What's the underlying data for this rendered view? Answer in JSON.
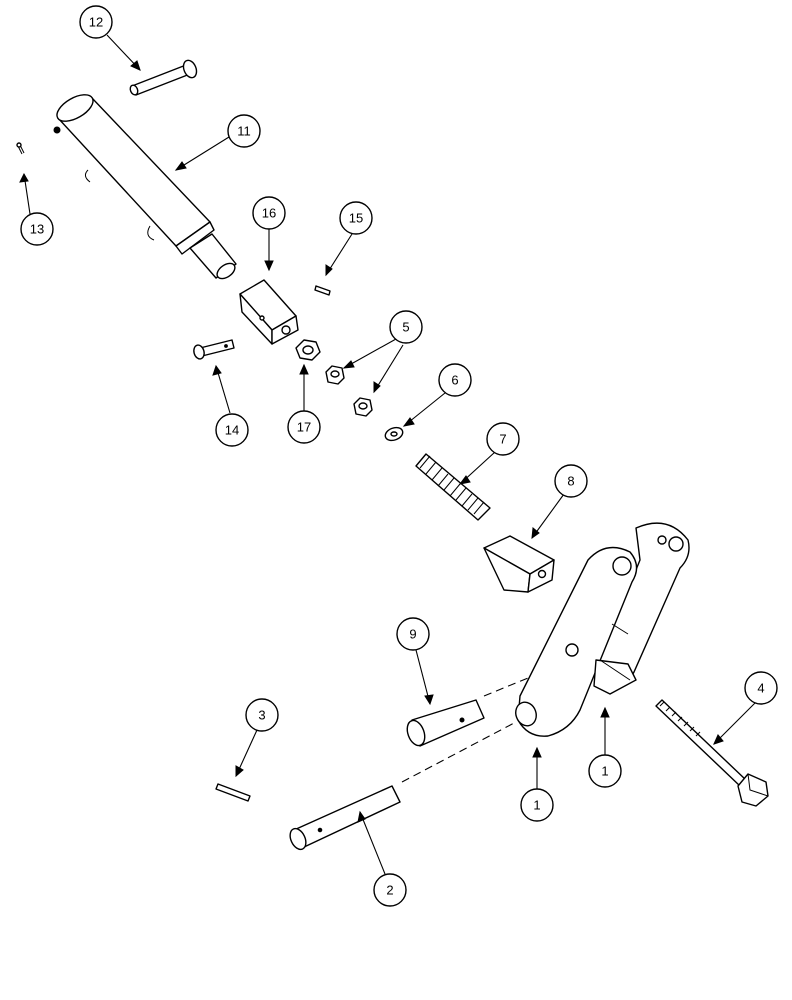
{
  "diagram": {
    "balloons": [
      {
        "id": "b12",
        "label": "12"
      },
      {
        "id": "b11",
        "label": "11"
      },
      {
        "id": "b13",
        "label": "13"
      },
      {
        "id": "b16",
        "label": "16"
      },
      {
        "id": "b15",
        "label": "15"
      },
      {
        "id": "b5",
        "label": "5"
      },
      {
        "id": "b6",
        "label": "6"
      },
      {
        "id": "b14",
        "label": "14"
      },
      {
        "id": "b17",
        "label": "17"
      },
      {
        "id": "b7",
        "label": "7"
      },
      {
        "id": "b8",
        "label": "8"
      },
      {
        "id": "b9",
        "label": "9"
      },
      {
        "id": "b4",
        "label": "4"
      },
      {
        "id": "b3",
        "label": "3"
      },
      {
        "id": "b1a",
        "label": "1"
      },
      {
        "id": "b1b",
        "label": "1"
      },
      {
        "id": "b2",
        "label": "2"
      }
    ]
  }
}
